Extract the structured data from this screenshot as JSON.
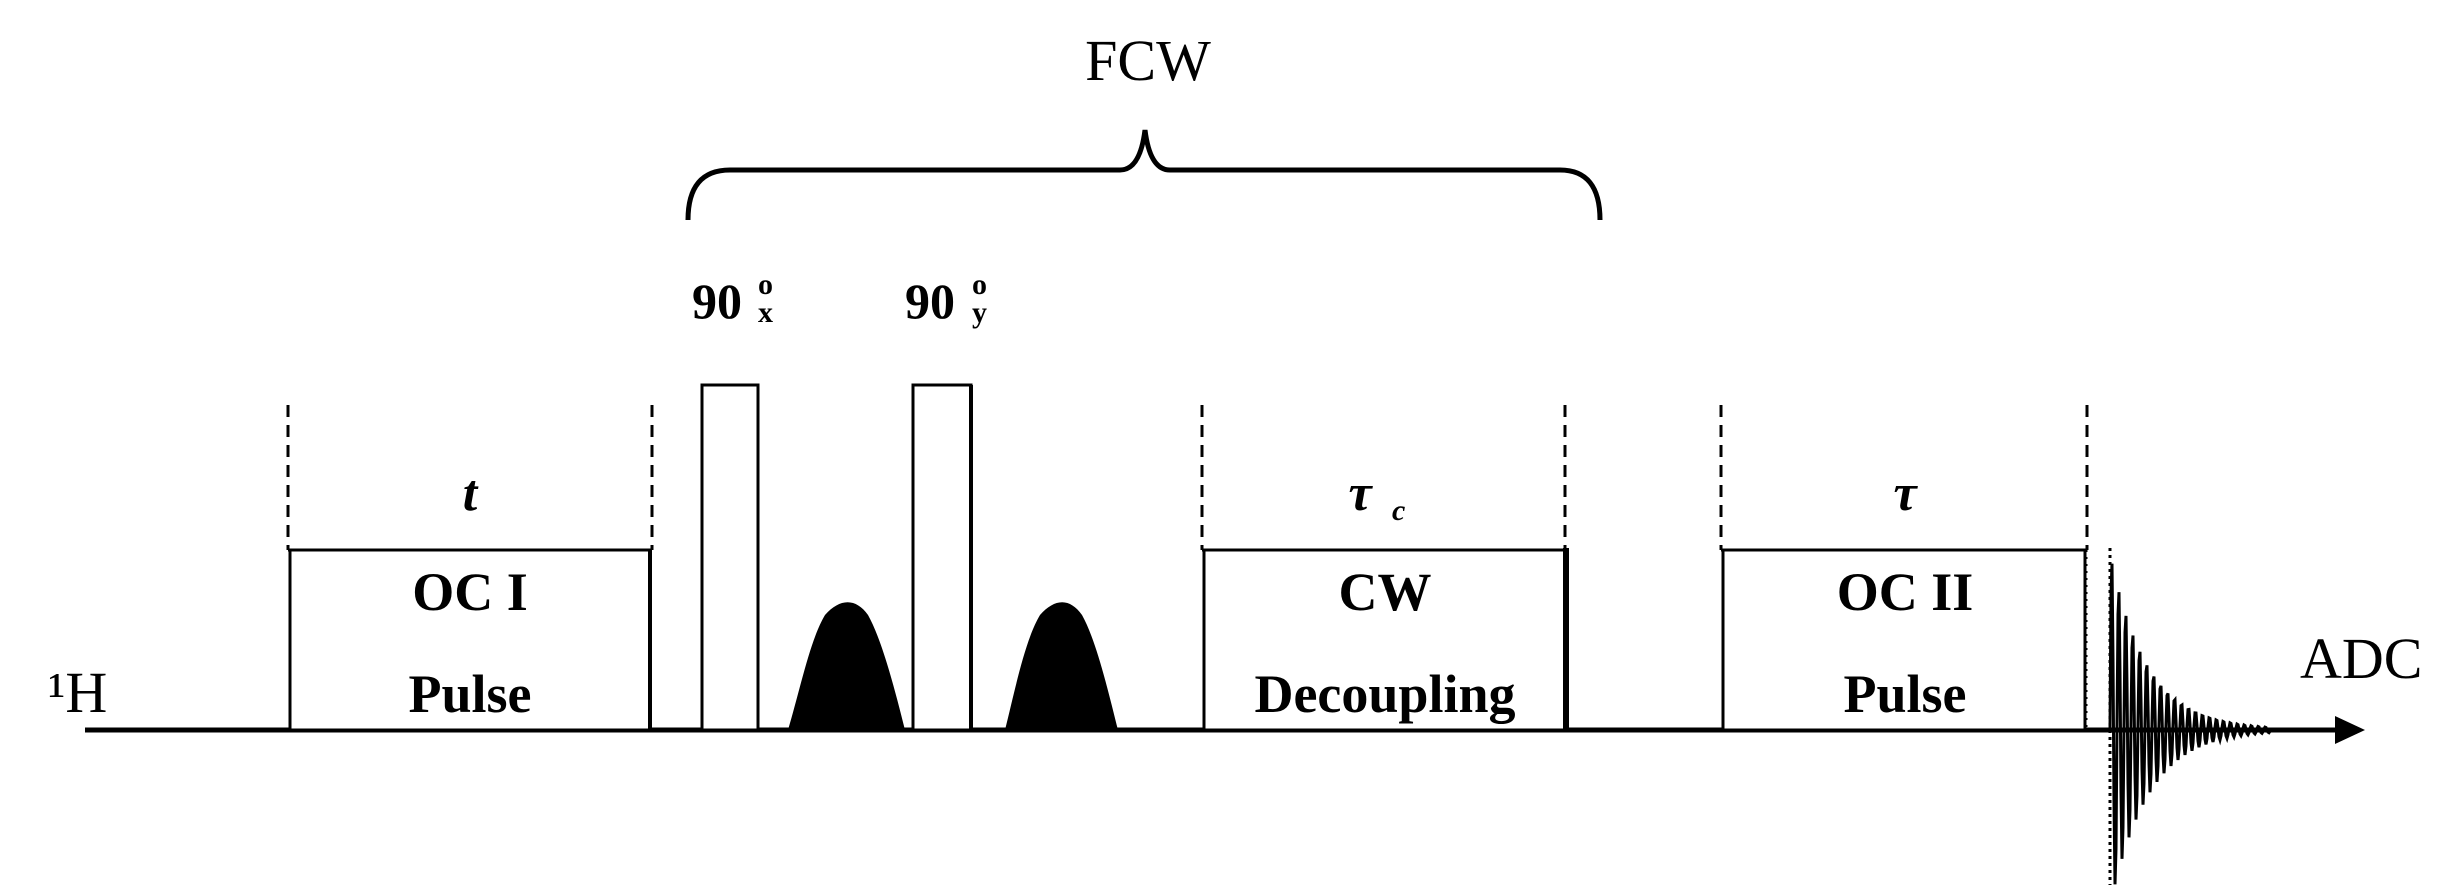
{
  "fcw_label": "FCW",
  "channel_label": "¹H",
  "adc_label": "ADC",
  "pulse_x": {
    "main": "90",
    "sup": "o",
    "sub": "x"
  },
  "pulse_y": {
    "main": "90",
    "sup": "o",
    "sub": "y"
  },
  "oc1": {
    "line1": "OC I",
    "line2": "Pulse",
    "delay": "t"
  },
  "cw": {
    "line1": "CW",
    "line2": "Decoupling",
    "delay_main": "τ",
    "delay_sub": "c"
  },
  "oc2": {
    "line1": "OC II",
    "line2": "Pulse",
    "delay": "τ"
  }
}
